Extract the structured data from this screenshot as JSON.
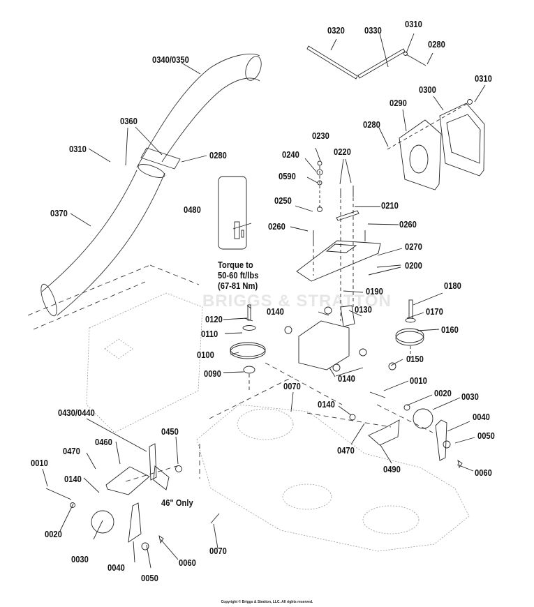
{
  "diagram": {
    "title": "Mower Deck Parts Exploded View",
    "watermark": "BRIGGS & STRATTON",
    "copyright": "Copyright © Briggs & Stratton, LLC. All rights reserved.",
    "torque_note": "Torque to\n50-60 ft/lbs\n(67-81 Nm)",
    "size_note": "46\" Only",
    "callouts": [
      {
        "id": "c0320",
        "label": "0320"
      },
      {
        "id": "c0330",
        "label": "0330"
      },
      {
        "id": "c0310a",
        "label": "0310"
      },
      {
        "id": "c0280a",
        "label": "0280"
      },
      {
        "id": "c0340",
        "label": "0340/0350"
      },
      {
        "id": "c0310b",
        "label": "0310"
      },
      {
        "id": "c0300",
        "label": "0300"
      },
      {
        "id": "c0290",
        "label": "0290"
      },
      {
        "id": "c0280b",
        "label": "0280"
      },
      {
        "id": "c0360",
        "label": "0360"
      },
      {
        "id": "c0310c",
        "label": "0310"
      },
      {
        "id": "c0280c",
        "label": "0280"
      },
      {
        "id": "c0230",
        "label": "0230"
      },
      {
        "id": "c0240",
        "label": "0240"
      },
      {
        "id": "c0220",
        "label": "0220"
      },
      {
        "id": "c0590",
        "label": "0590"
      },
      {
        "id": "c0370",
        "label": "0370"
      },
      {
        "id": "c0250",
        "label": "0250"
      },
      {
        "id": "c0210",
        "label": "0210"
      },
      {
        "id": "c0480",
        "label": "0480"
      },
      {
        "id": "c0260a",
        "label": "0260"
      },
      {
        "id": "c0260b",
        "label": "0260"
      },
      {
        "id": "c0270",
        "label": "0270"
      },
      {
        "id": "c0200",
        "label": "0200"
      },
      {
        "id": "c0190",
        "label": "0190"
      },
      {
        "id": "c0180",
        "label": "0180"
      },
      {
        "id": "c0140a",
        "label": "0140"
      },
      {
        "id": "c0130",
        "label": "0130"
      },
      {
        "id": "c0170",
        "label": "0170"
      },
      {
        "id": "c0120",
        "label": "0120"
      },
      {
        "id": "c0110",
        "label": "0110"
      },
      {
        "id": "c0160",
        "label": "0160"
      },
      {
        "id": "c0100",
        "label": "0100"
      },
      {
        "id": "c0150",
        "label": "0150"
      },
      {
        "id": "c0090",
        "label": "0090"
      },
      {
        "id": "c0140b",
        "label": "0140"
      },
      {
        "id": "c0010a",
        "label": "0010"
      },
      {
        "id": "c0070a",
        "label": "0070"
      },
      {
        "id": "c0020a",
        "label": "0020"
      },
      {
        "id": "c0140c",
        "label": "0140"
      },
      {
        "id": "c0030a",
        "label": "0030"
      },
      {
        "id": "c0430",
        "label": "0430/0440"
      },
      {
        "id": "c0040a",
        "label": "0040"
      },
      {
        "id": "c0450",
        "label": "0450"
      },
      {
        "id": "c0050a",
        "label": "0050"
      },
      {
        "id": "c0470a",
        "label": "0470"
      },
      {
        "id": "c0460",
        "label": "0460"
      },
      {
        "id": "c0470b",
        "label": "0470"
      },
      {
        "id": "c0490",
        "label": "0490"
      },
      {
        "id": "c0010b",
        "label": "0010"
      },
      {
        "id": "c0060a",
        "label": "0060"
      },
      {
        "id": "c0140d",
        "label": "0140"
      },
      {
        "id": "c0020b",
        "label": "0020"
      },
      {
        "id": "c0030b",
        "label": "0030"
      },
      {
        "id": "c0060b",
        "label": "0060"
      },
      {
        "id": "c0070b",
        "label": "0070"
      },
      {
        "id": "c0040b",
        "label": "0040"
      },
      {
        "id": "c0050b",
        "label": "0050"
      }
    ]
  }
}
